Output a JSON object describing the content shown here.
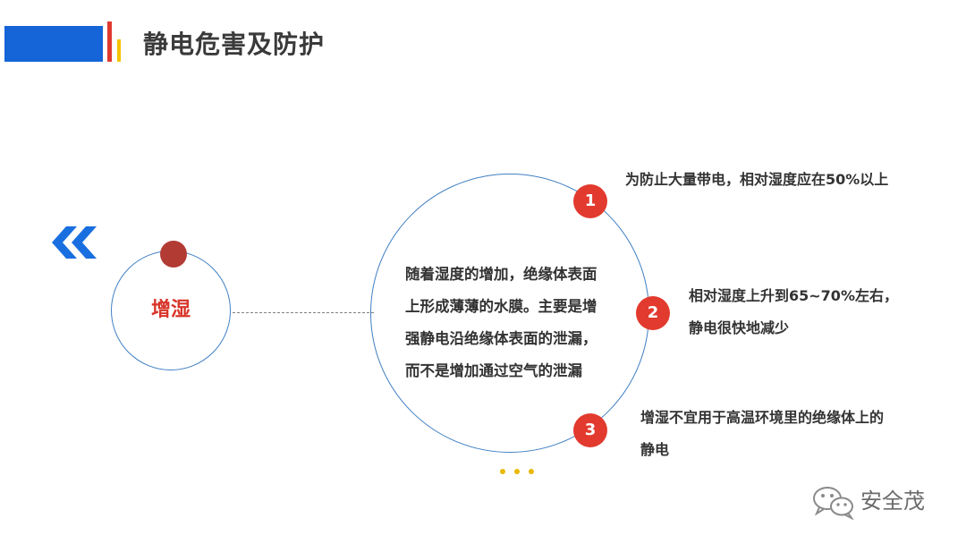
{
  "slide": {
    "title": "静电危害及防护"
  },
  "topic": {
    "label": "增湿"
  },
  "center": {
    "lines": [
      "随着湿度的增加，绝缘体表面",
      "上形成薄薄的水膜。主要是增",
      "强静电沿绝缘体表面的泄漏，",
      "而不是增加通过空气的泄漏"
    ]
  },
  "points": [
    {
      "number": "1",
      "lines": [
        "为防止大量带电，相对湿度应在50%以上"
      ]
    },
    {
      "number": "2",
      "lines": [
        "相对湿度上升到65~70%左右，",
        "静电很快地减少"
      ]
    },
    {
      "number": "3",
      "lines": [
        "增湿不宜用于高温环境里的绝缘体上的",
        "静电"
      ]
    }
  ],
  "watermark": {
    "text": "安全茂"
  },
  "icons": {
    "nav_back": "double-chevron-left-icon",
    "watermark": "wechat-icon"
  },
  "colors": {
    "brand_blue": "#1565d8",
    "accent_red": "#e03a2f",
    "accent_yellow": "#f6c200",
    "badge_red": "#e23a2e",
    "circle_outline": "#3f7fc3",
    "topic_dot": "#b23b33",
    "topic_text": "#d8352a"
  }
}
